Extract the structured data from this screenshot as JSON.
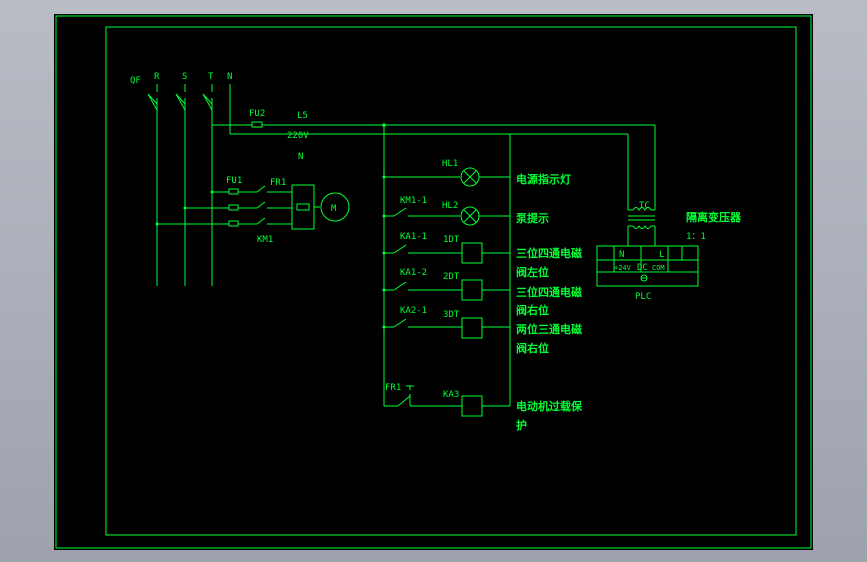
{
  "source_labels": {
    "qf": "QF",
    "r": "R",
    "s": "S",
    "t": "T",
    "n": "N"
  },
  "power": {
    "fuse": "FU2",
    "line": "L5",
    "voltage": "220V",
    "neutral": "N"
  },
  "motor": {
    "fuse": "FU1",
    "overload": "FR1",
    "contactor": "KM1",
    "motor": "M"
  },
  "rungs": [
    {
      "contact": "",
      "device": "HL1",
      "desc_lines": [
        "电源指示灯"
      ]
    },
    {
      "contact": "KM1-1",
      "device": "HL2",
      "desc_lines": [
        "泵提示"
      ]
    },
    {
      "contact": "KA1-1",
      "device": "1DT",
      "desc_lines": [
        "三位四通电磁",
        "阀左位"
      ]
    },
    {
      "contact": "KA1-2",
      "device": "2DT",
      "desc_lines": [
        "三位四通电磁",
        "阀右位"
      ]
    },
    {
      "contact": "KA2-1",
      "device": "3DT",
      "desc_lines": [
        "两位三通电磁",
        "阀右位"
      ]
    },
    {
      "contact": "FR1",
      "device": "KA3",
      "desc_lines": [
        "电动机过载保",
        "护"
      ]
    }
  ],
  "transformer": {
    "label": "TC",
    "name": "隔离变压器",
    "ratio": "1：1"
  },
  "plc": {
    "label": "PLC",
    "terminal_n": "N",
    "terminal_l": "L",
    "left_sub": "+24V",
    "right_sub": "COM",
    "dc": "DC"
  },
  "colors": {
    "wire": "#00ff33",
    "background": "#000000"
  }
}
